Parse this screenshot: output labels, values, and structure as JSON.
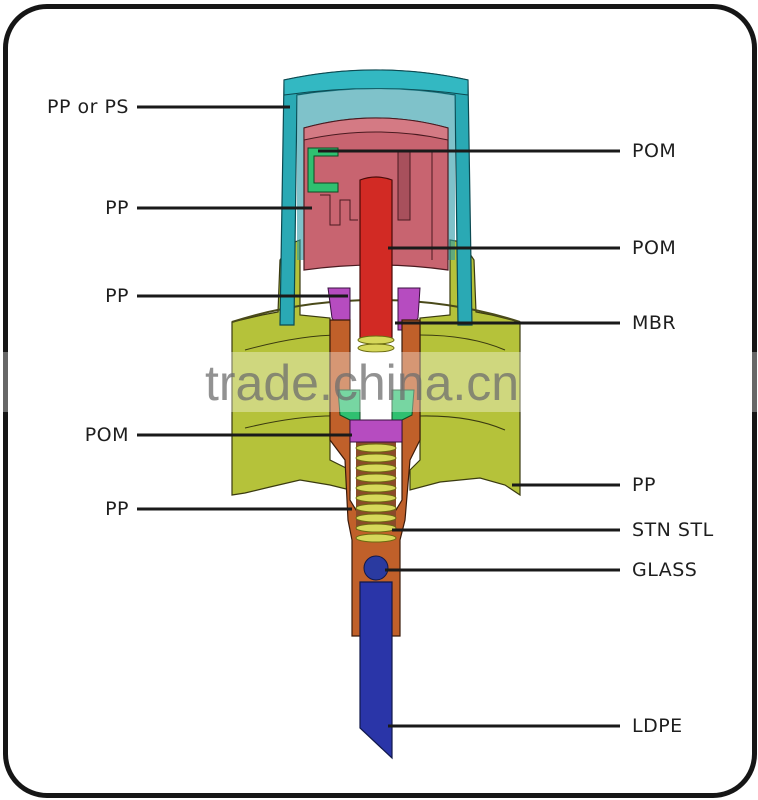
{
  "diagram": {
    "title": "",
    "subject": "Fine mist sprayer pump cross-section with material callouts",
    "colors": {
      "frame": "#161616",
      "overcap": "#2aa9b4",
      "actuator": "#c86470",
      "stem": "#d22a24",
      "closure": "#b5c23a",
      "gasket": "#b64cc0",
      "body": "#c0602a",
      "spring": "#d6d85a",
      "insert": "#2fc070",
      "ball": "#2a3aa0",
      "dip_tube": "#2a35a8",
      "leader": "#1a1a1a",
      "label_text": "#1e1e1e"
    },
    "left_labels": [
      {
        "text": "PP or PS",
        "part": "overcap"
      },
      {
        "text": "PP",
        "part": "actuator"
      },
      {
        "text": "PP",
        "part": "collar"
      },
      {
        "text": "POM",
        "part": "piston"
      },
      {
        "text": "PP",
        "part": "pump-body"
      }
    ],
    "right_labels": [
      {
        "text": "POM",
        "part": "insert"
      },
      {
        "text": "POM",
        "part": "stem"
      },
      {
        "text": "MBR",
        "part": "gasket"
      },
      {
        "text": "PP",
        "part": "closure"
      },
      {
        "text": "STN STL",
        "part": "spring"
      },
      {
        "text": "GLASS",
        "part": "ball"
      },
      {
        "text": "LDPE",
        "part": "dip-tube"
      }
    ]
  },
  "watermark": {
    "text": "trade.china.cn"
  }
}
